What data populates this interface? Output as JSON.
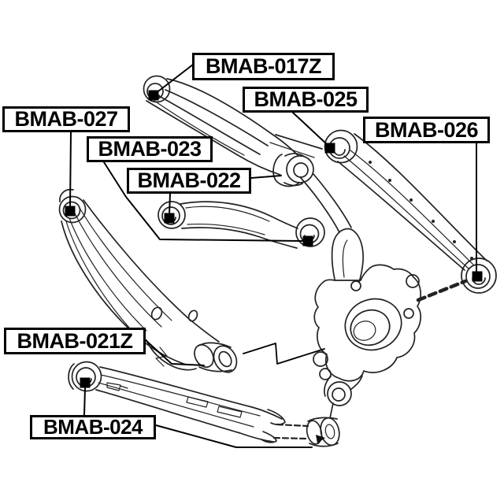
{
  "figure": {
    "type": "exploded-parts-diagram",
    "subject": "rear suspension arms and knuckle with bushing callouts",
    "background_color": "#ffffff",
    "line_color": "#000000",
    "marker_shape": "filled-square",
    "marker_color": "#000000"
  },
  "labels": [
    {
      "id": "bmab-017z",
      "text": "BMAB-017Z",
      "points_to": "upper-camber-arm-front-bushing"
    },
    {
      "id": "bmab-025",
      "text": "BMAB-025",
      "points_to": "track-control-arm-front-bushing"
    },
    {
      "id": "bmab-026",
      "text": "BMAB-026",
      "points_to": "track-control-arm-rear-bushing"
    },
    {
      "id": "bmab-027",
      "text": "BMAB-027",
      "points_to": "trailing-arm-front-bushing"
    },
    {
      "id": "bmab-023",
      "text": "BMAB-023",
      "points_to": "lateral-link-outer-bushing"
    },
    {
      "id": "bmab-022",
      "text": "BMAB-022",
      "points_to": "lateral-link-inner-bushing-and-camber-arm-rear-bushing"
    },
    {
      "id": "bmab-021z",
      "text": "BMAB-021Z",
      "points_to": "trailing-arm-rear-bushing"
    },
    {
      "id": "bmab-024",
      "text": "BMAB-024",
      "points_to": "lower-arm-front-bushing-and-toe-link-bushing"
    }
  ]
}
